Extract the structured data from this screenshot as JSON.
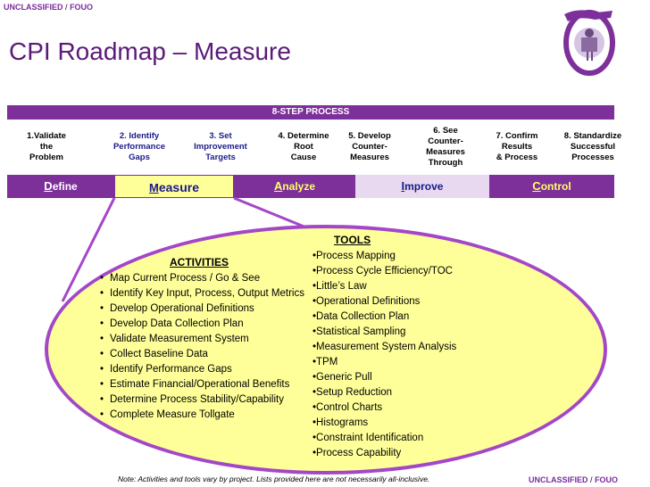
{
  "classification": {
    "top_left": [
      "UNCLASSIFIED",
      "FOUO"
    ],
    "bottom_right": [
      "UNCLASSIFIED",
      "FOUO"
    ],
    "separator": "/"
  },
  "title": "CPI Roadmap – Measure",
  "process_banner": "8-STEP PROCESS",
  "steps": [
    "1.Validate\nthe\nProblem",
    "2. Identify\nPerformance\nGaps",
    "3.  Set\nImprovement\nTargets",
    "4. Determine\nRoot\nCause",
    "5. Develop\nCounter-\nMeasures",
    "6. See\nCounter-\nMeasures\nThrough",
    "7. Confirm\nResults\n& Process",
    "8. Standardize\nSuccessful\nProcesses"
  ],
  "phases": [
    {
      "initial": "D",
      "rest": "efine"
    },
    {
      "initial": "M",
      "rest": "easure"
    },
    {
      "initial": "A",
      "rest": "nalyze"
    },
    {
      "initial": "I",
      "rest": "mprove"
    },
    {
      "initial": "C",
      "rest": "ontrol"
    }
  ],
  "activities": {
    "title": "ACTIVITIES",
    "items": [
      "Map Current Process / Go & See",
      "Identify Key Input, Process, Output Metrics",
      "Develop Operational Definitions",
      "Develop Data Collection Plan",
      "Validate Measurement System",
      "Collect Baseline Data",
      "Identify Performance Gaps",
      "Estimate Financial/Operational Benefits",
      "Determine Process Stability/Capability",
      "Complete Measure Tollgate"
    ]
  },
  "tools": {
    "title": "TOOLS",
    "items": [
      "Process Mapping",
      "Process Cycle Efficiency/TOC",
      "Little’s Law",
      "Operational Definitions",
      "Data Collection Plan",
      "Statistical Sampling",
      "Measurement System Analysis",
      "TPM",
      "Generic Pull",
      "Setup Reduction",
      "Control Charts",
      "Histograms",
      "Constraint Identification",
      "Process Capability"
    ]
  },
  "note": "Note:  Activities and tools vary by project.  Lists provided here are not necessarily all-inclusive.",
  "colors": {
    "purple": "#7d2f9a",
    "yellow": "#ffff99",
    "light_purple": "#e8d8f0",
    "navy": "#1a1a8a"
  },
  "logo_icon": "sigma-seal-icon"
}
